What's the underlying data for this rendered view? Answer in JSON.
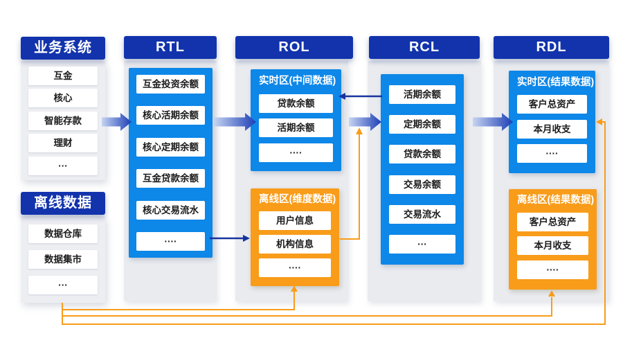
{
  "business_system": {
    "title": "业务系统",
    "items": [
      "互金",
      "核心",
      "智能存款",
      "理财",
      "···"
    ]
  },
  "offline_data": {
    "title": "离线数据",
    "items": [
      "数据仓库",
      "数据集市",
      "···"
    ]
  },
  "rtl": {
    "title": "RTL",
    "items": [
      "互金投资余额",
      "核心活期余额",
      "核心定期余额",
      "互金贷款余额",
      "核心交易流水",
      "····"
    ]
  },
  "rol": {
    "title": "ROL",
    "realtime_zone": {
      "title": "实时区(中间数据)",
      "items": [
        "贷款余额",
        "活期余额",
        "····"
      ]
    },
    "offline_zone": {
      "title": "离线区(维度数据)",
      "items": [
        "用户信息",
        "机构信息",
        "····"
      ]
    }
  },
  "rcl": {
    "title": "RCL",
    "items": [
      "活期余额",
      "定期余额",
      "贷款余额",
      "交易余额",
      "交易流水",
      "···"
    ]
  },
  "rdl": {
    "title": "RDL",
    "realtime_zone": {
      "title": "实时区(结果数据)",
      "items": [
        "客户总资产",
        "本月收支",
        "····"
      ]
    },
    "offline_zone": {
      "title": "离线区(结果数据)",
      "items": [
        "客户总资产",
        "本月收支",
        "····"
      ]
    }
  },
  "colors": {
    "header_blue": "#1233AC",
    "bright_blue": "#0D87E8",
    "orange": "#F89C1A",
    "arrow_navy": "#16339E",
    "arrow_gradient_light": "#C6D4F2",
    "arrow_gradient_dark": "#1C3EB5",
    "panel_gray": "#E9EBEF"
  }
}
